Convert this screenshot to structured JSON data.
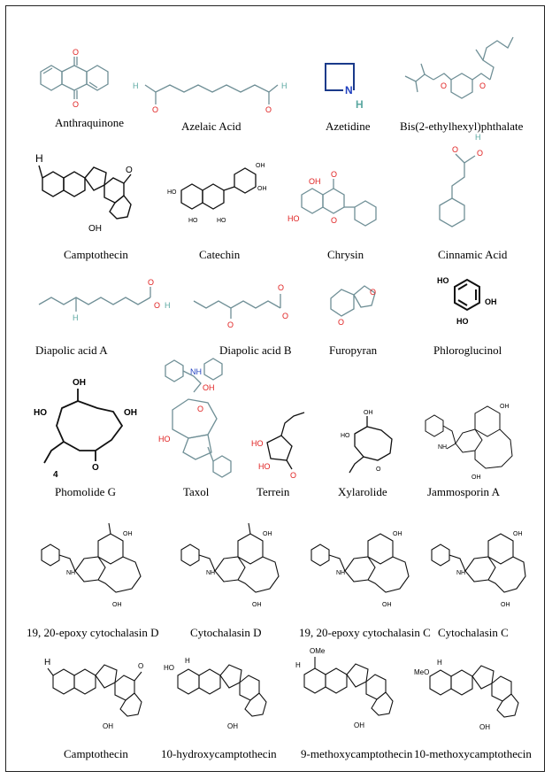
{
  "colors": {
    "border": "#222222",
    "bond_gray": "#6f8f96",
    "oxygen": "#e02020",
    "nitrogen": "#2040c0",
    "hydrogen": "#5aa7a0"
  },
  "compounds": [
    "Anthraquinone",
    "Azelaic Acid",
    "Azetidine",
    "Bis(2-ethylhexyl)phthalate",
    "Camptothecin",
    "Catechin",
    "Chrysin",
    "Cinnamic Acid",
    "Diapolic acid A",
    "Diapolic acid B",
    "Furopyran",
    "Phloroglucinol",
    "Phomolide G",
    "Taxol",
    "Terrein",
    "Xylarolide",
    "Jammosporin A",
    "19, 20-epoxy cytochalasin D",
    "Cytochalasin D",
    "19, 20-epoxy cytochalasin C",
    "Cytochalasin C",
    "Camptothecin",
    "10-hydroxycamptothecin",
    "9-methoxycamptothecin",
    "10-methoxycamptothecin"
  ],
  "atoms": {
    "O": "O",
    "H": "H",
    "N": "N",
    "HO": "HO",
    "OH": "OH",
    "OMe": "OMe",
    "MeO": "MeO",
    "NH": "NH",
    "four": "4"
  }
}
